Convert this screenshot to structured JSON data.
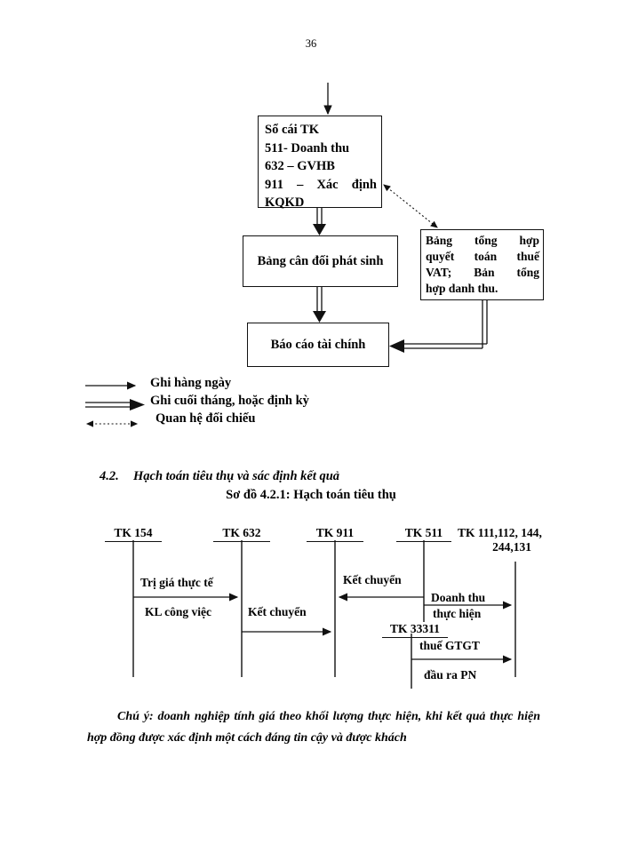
{
  "page": {
    "number": "36"
  },
  "flowchart": {
    "boxes": {
      "so_cai": {
        "line1": "Sổ cái TK",
        "line2": "511- Doanh thu",
        "line3": "632 – GVHB",
        "line4a": "911",
        "line4b": "–",
        "line4c": "Xác",
        "line4d": "định",
        "line5": "KQKD"
      },
      "bang_can_doi": {
        "label": "Bảng cân đối phát sinh"
      },
      "bao_cao": {
        "label": "Báo cáo tài chính"
      },
      "bang_tong_hop": {
        "l1a": "Bảng",
        "l1b": "tổng",
        "l1c": "hợp",
        "l2a": "quyết",
        "l2b": "toán",
        "l2c": "thuế",
        "l3a": "VAT;",
        "l3b": "Bản",
        "l3c": "tổng",
        "l4": "hợp danh thu."
      }
    },
    "legend": [
      {
        "icon": "single-arrow",
        "label": "Ghi hàng ngày"
      },
      {
        "icon": "double-arrow",
        "label": "Ghi cuối tháng, hoặc định kỳ"
      },
      {
        "icon": "dotted-bidirectional-arrow",
        "label": "Quan hệ đối chiếu"
      }
    ]
  },
  "section": {
    "number": "4.2.",
    "title": "Hạch toán tiêu thụ và sác định kết quả",
    "subtitle": "Sơ đồ 4.2.1: Hạch toán tiêu thụ"
  },
  "taccount": {
    "headers": [
      {
        "label": "TK 154",
        "underlined": true
      },
      {
        "label": "TK 632",
        "underlined": true
      },
      {
        "label": "TK 911",
        "underlined": true
      },
      {
        "label": "TK 511",
        "underlined": true
      },
      {
        "label": "TK 111,112, 144,",
        "label2": "244,131",
        "underlined": false
      },
      {
        "label": "TK 33311",
        "underlined": true
      }
    ],
    "labels": [
      {
        "text": "Trị giá thực tế"
      },
      {
        "text": "KL công việc"
      },
      {
        "text": "Kết chuyển"
      },
      {
        "text": "Kết chuyển"
      },
      {
        "text": "Doanh thu"
      },
      {
        "text": "thực hiện"
      },
      {
        "text": "thuế GTGT"
      },
      {
        "text": "đầu ra PN"
      }
    ]
  },
  "note": {
    "lead": "Chú ý:",
    "text": " doanh nghiệp tính giá theo khối lượng thực hiện, khi kết quả thực hiện hợp đồng được xác định một cách đáng tin cậy và được khách"
  },
  "colors": {
    "ink": "#111111",
    "paper": "#ffffff"
  }
}
